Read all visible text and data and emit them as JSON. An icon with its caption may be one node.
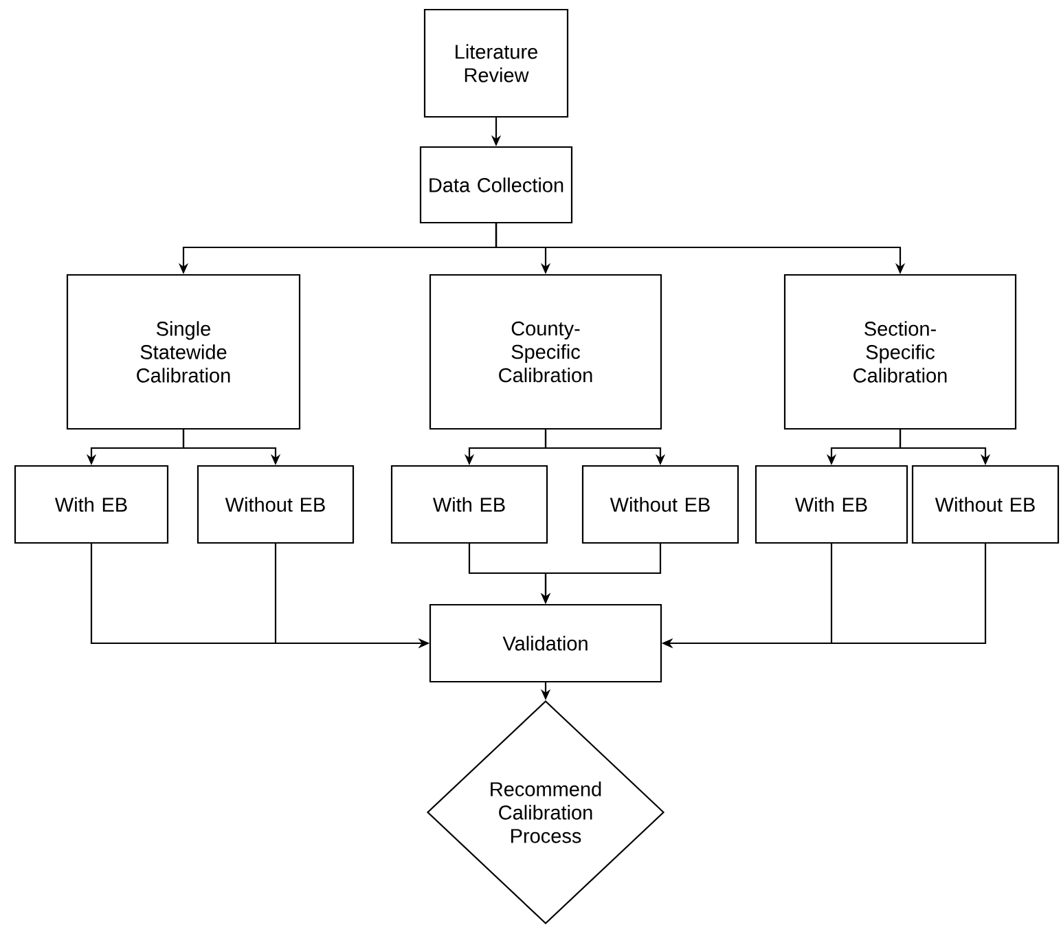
{
  "diagram": {
    "nodes": [
      {
        "text": [
          "Literature Review"
        ]
      },
      {
        "text": [
          "Data Collection"
        ]
      },
      {
        "text": [
          "Single Statewide Calibration"
        ]
      },
      {
        "text": [
          "County-Specific Calibration"
        ]
      },
      {
        "text": [
          "Section-Specific Calibration"
        ]
      },
      {
        "text": [
          "With EB"
        ]
      },
      {
        "text": [
          "Without EB"
        ]
      },
      {
        "text": [
          "With EB"
        ]
      },
      {
        "text": [
          "Without EB"
        ]
      },
      {
        "text": [
          "With EB"
        ]
      },
      {
        "text": [
          "Without EB"
        ]
      },
      {
        "text": [
          "Validation"
        ]
      },
      {
        "text": [
          "Recommend Calibration Process"
        ]
      }
    ],
    "edges": [
      {
        "from": 0,
        "to": 1,
        "arrow": "to"
      },
      {
        "from": 1,
        "to": 2,
        "arrow": "to"
      },
      {
        "from": 1,
        "to": 3,
        "arrow": "to"
      },
      {
        "from": 1,
        "to": 4,
        "arrow": "to"
      },
      {
        "from": 2,
        "to": 5,
        "arrow": "to"
      },
      {
        "from": 2,
        "to": 6,
        "arrow": "to"
      },
      {
        "from": 3,
        "to": 7,
        "arrow": "to"
      },
      {
        "from": 3,
        "to": 8,
        "arrow": "to"
      },
      {
        "from": 4,
        "to": 9,
        "arrow": "to"
      },
      {
        "from": 4,
        "to": 10,
        "arrow": "to"
      },
      {
        "from": 5,
        "to": 11,
        "arrow": "to"
      },
      {
        "from": 6,
        "to": 11,
        "arrow": "to"
      },
      {
        "from": 7,
        "to": 11,
        "arrow": "to"
      },
      {
        "from": 8,
        "to": 11,
        "arrow": "to"
      },
      {
        "from": 9,
        "to": 11,
        "arrow": "to"
      },
      {
        "from": 10,
        "to": 11,
        "arrow": "to"
      },
      {
        "from": 11,
        "to": 12,
        "arrow": "to"
      }
    ]
  }
}
